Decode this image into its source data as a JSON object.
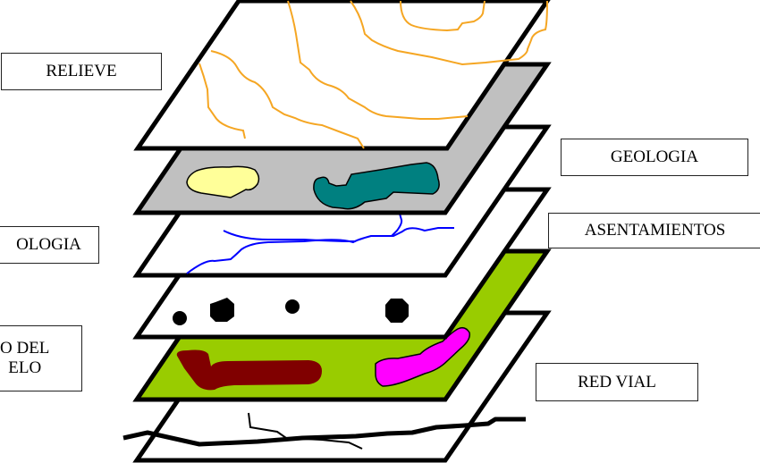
{
  "diagram": {
    "type": "layered-gis-stack",
    "layers": [
      {
        "id": "relieve",
        "label": "RELIEVE",
        "fill": "#ffffff",
        "feature": "contour lines",
        "feature_color": "#f5a623"
      },
      {
        "id": "geologia",
        "label": "GEOLOGIA",
        "fill": "#c0c0c0",
        "feature": "geologic units",
        "feature_colors": [
          "#ffff99",
          "#008080"
        ]
      },
      {
        "id": "hidrologia",
        "label": "OLOGIA",
        "fill": "#ffffff",
        "feature": "rivers",
        "feature_color": "#0000ff"
      },
      {
        "id": "asentamientos",
        "label": "ASENTAMIENTOS",
        "fill": "#ffffff",
        "feature": "settlement points",
        "feature_color": "#000000"
      },
      {
        "id": "uso_del_suelo",
        "label_line1": "O DEL",
        "label_line2": "ELO",
        "fill": "#99cc00",
        "feature": "land use polygons",
        "feature_colors": [
          "#800000",
          "#ff00ff"
        ]
      },
      {
        "id": "red_vial",
        "label": "RED VIAL",
        "fill": "#ffffff",
        "feature": "roads",
        "feature_color": "#000000"
      }
    ]
  },
  "labels": {
    "relieve": "RELIEVE",
    "geologia": "GEOLOGIA",
    "hidrologia": "OLOGIA",
    "asentamientos": "ASENTAMIENTOS",
    "uso_suelo": "O DEL\nELO",
    "red_vial": "RED VIAL"
  },
  "colors": {
    "outline": "#000000",
    "contour": "#f5a623",
    "geology_plane": "#c0c0c0",
    "geology_yellow": "#ffff99",
    "geology_teal": "#008080",
    "river": "#0000ff",
    "landuse_plane": "#99cc00",
    "landuse_maroon": "#800000",
    "landuse_magenta": "#ff00ff"
  }
}
